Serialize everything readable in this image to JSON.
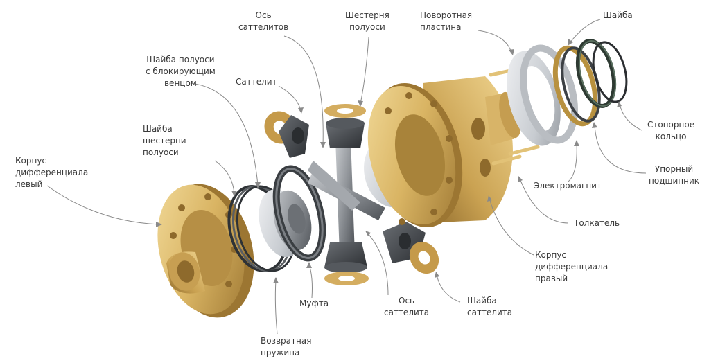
{
  "labels": {
    "os_satellitov": "Ось\nсаттелитов",
    "shesternya_poluosi": "Шестерня\nполуоси",
    "povorotnaya_plastina": "Поворотная\nпластина",
    "shayba_top": "Шайба",
    "shayba_poluosi": "Шайба полуоси\nс блокирующим\nвенцом",
    "satellit": "Саттелит",
    "shayba_shesterni": "Шайба\nшестерни\nполуоси",
    "korpus_levyy": "Корпус\nдифференциала\nлевый",
    "stopornoe_koltso": "Стопорное\nкольцо",
    "upornyy_podshipnik": "Упорный\nподшипник",
    "elektromagnit": "Электромагнит",
    "tolkatel": "Толкатель",
    "korpus_pravyy": "Корпус\nдифференциала\nправый",
    "shayba_satellita": "Шайба\nсаттелита",
    "os_satellita": "Ось\nсаттелита",
    "mufta": "Муфта",
    "vozvratnaya_pruzhina": "Возвратная\nпружина"
  },
  "colors": {
    "brass": "#d9b463",
    "brass_dark": "#a8833a",
    "steel": "#8e9297",
    "steel_dark": "#4c5055",
    "silver": "#d3d6da",
    "leader": "#8a8a8a",
    "text": "#3a3a3a"
  }
}
